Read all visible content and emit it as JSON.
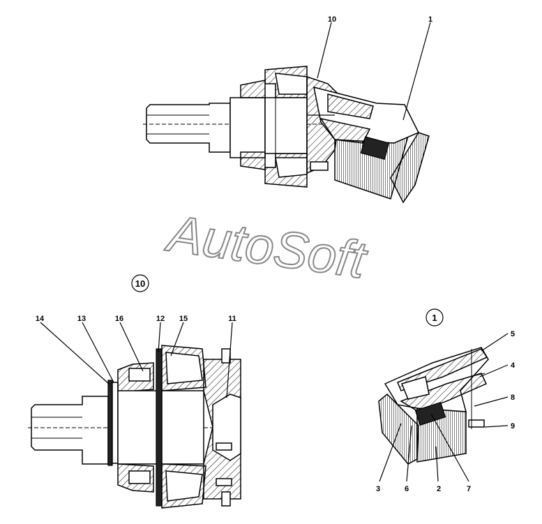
{
  "watermark": "AutoSoft",
  "detail_markers": {
    "ten": "10",
    "one": "1"
  },
  "top_view": {
    "callouts": {
      "a": "10",
      "b": "1"
    }
  },
  "detail_10": {
    "callouts": {
      "c14": "14",
      "c13": "13",
      "c16": "16",
      "c12": "12",
      "c15": "15",
      "c11": "11"
    }
  },
  "detail_1": {
    "callouts": {
      "c5": "5",
      "c4": "4",
      "c8": "8",
      "c9": "9",
      "c3": "3",
      "c6": "6",
      "c2": "2",
      "c7": "7"
    }
  }
}
